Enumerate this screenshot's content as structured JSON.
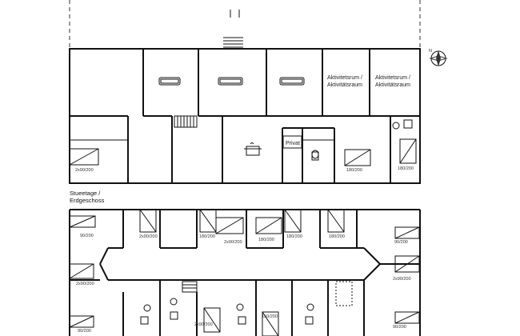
{
  "floors": {
    "ground": {
      "line1": "Stueetage /",
      "line2": "Erdgeschoss"
    }
  },
  "rooms": {
    "activity1": {
      "line1": "Aktivitetsrum /",
      "line2": "Aktivitätsraum"
    },
    "activity2": {
      "line1": "Aktivitetsrum /",
      "line2": "Aktivitätsraum"
    },
    "private": "Privat"
  },
  "beds": {
    "top_left": "2x90/200",
    "top_mid": "180/200",
    "top_right": "180/200",
    "b_row1_1": "2x90/200",
    "b_row1_2": "180/200",
    "b_row1_3": "2x90/200",
    "b_row1_4": "180/200",
    "b_row1_5": "180/200",
    "b_row1_6": "180/200",
    "b_left_1": "90/200",
    "b_left_2": "2x90/200",
    "b_left_3": "90/200",
    "b_right_1": "90/200",
    "b_right_2": "2x90/200",
    "b_right_3": "90/200",
    "b_bottom_1": "2x90/200",
    "b_bottom_2": "150/200"
  },
  "icons": [
    "compass-icon",
    "sofa-icon",
    "stove-icon",
    "toilet-icon",
    "shower-icon",
    "stairs-icon"
  ]
}
